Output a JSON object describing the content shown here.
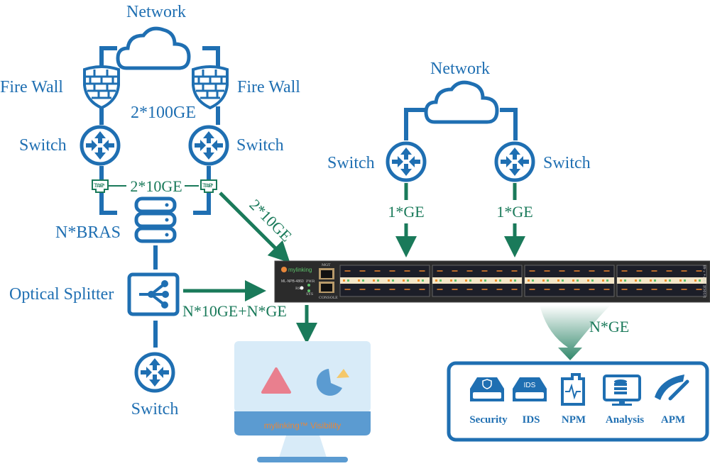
{
  "left": {
    "network_label": "Network",
    "firewall_left_label": "Fire Wall",
    "firewall_right_label": "Fire Wall",
    "link_100ge": "2*100GE",
    "switch_left_label": "Switch",
    "switch_right_label": "Switch",
    "tap_left": "TAP",
    "tap_right": "TAP",
    "link_tap": "2*10GE",
    "link_to_npb": "2*10GE",
    "bras_label": "N*BRAS",
    "splitter_label": "Optical Splitter",
    "splitter_link": "N*10GE+N*GE",
    "bottom_switch_label": "Switch"
  },
  "right": {
    "network_label": "Network",
    "switch_left_label": "Switch",
    "switch_right_label": "Switch",
    "link_left": "1*GE",
    "link_right": "1*GE"
  },
  "device": {
    "brand": "mylinking",
    "model": "ML-NPB-4860",
    "mgt_label": "MGT",
    "console_label": "CONSOLE",
    "pwr_label": "PWR",
    "sys_label": "SYS",
    "rst_label": "RST",
    "side_label": "1/10GE SFP+ * 48",
    "port_groups": 4,
    "ports_per_group": 12
  },
  "output": {
    "link_label": "N*GE",
    "tools": [
      {
        "label": "Security",
        "icon": "security-appliance-icon"
      },
      {
        "label": "IDS",
        "icon": "ids-appliance-icon"
      },
      {
        "label": "NPM",
        "icon": "npm-port-icon"
      },
      {
        "label": "Analysis",
        "icon": "analysis-monitor-icon"
      },
      {
        "label": "APM",
        "icon": "apm-gauge-icon"
      }
    ]
  },
  "monitor": {
    "banner": "mylinking™ Visibility"
  },
  "colors": {
    "blue": "#1f6fb2",
    "green": "#1a7a5a",
    "device_body": "#2b2b2b",
    "monitor_screen": "#d8ebf8",
    "monitor_banner": "#5b9bd1",
    "banner_text": "#e8873a"
  }
}
